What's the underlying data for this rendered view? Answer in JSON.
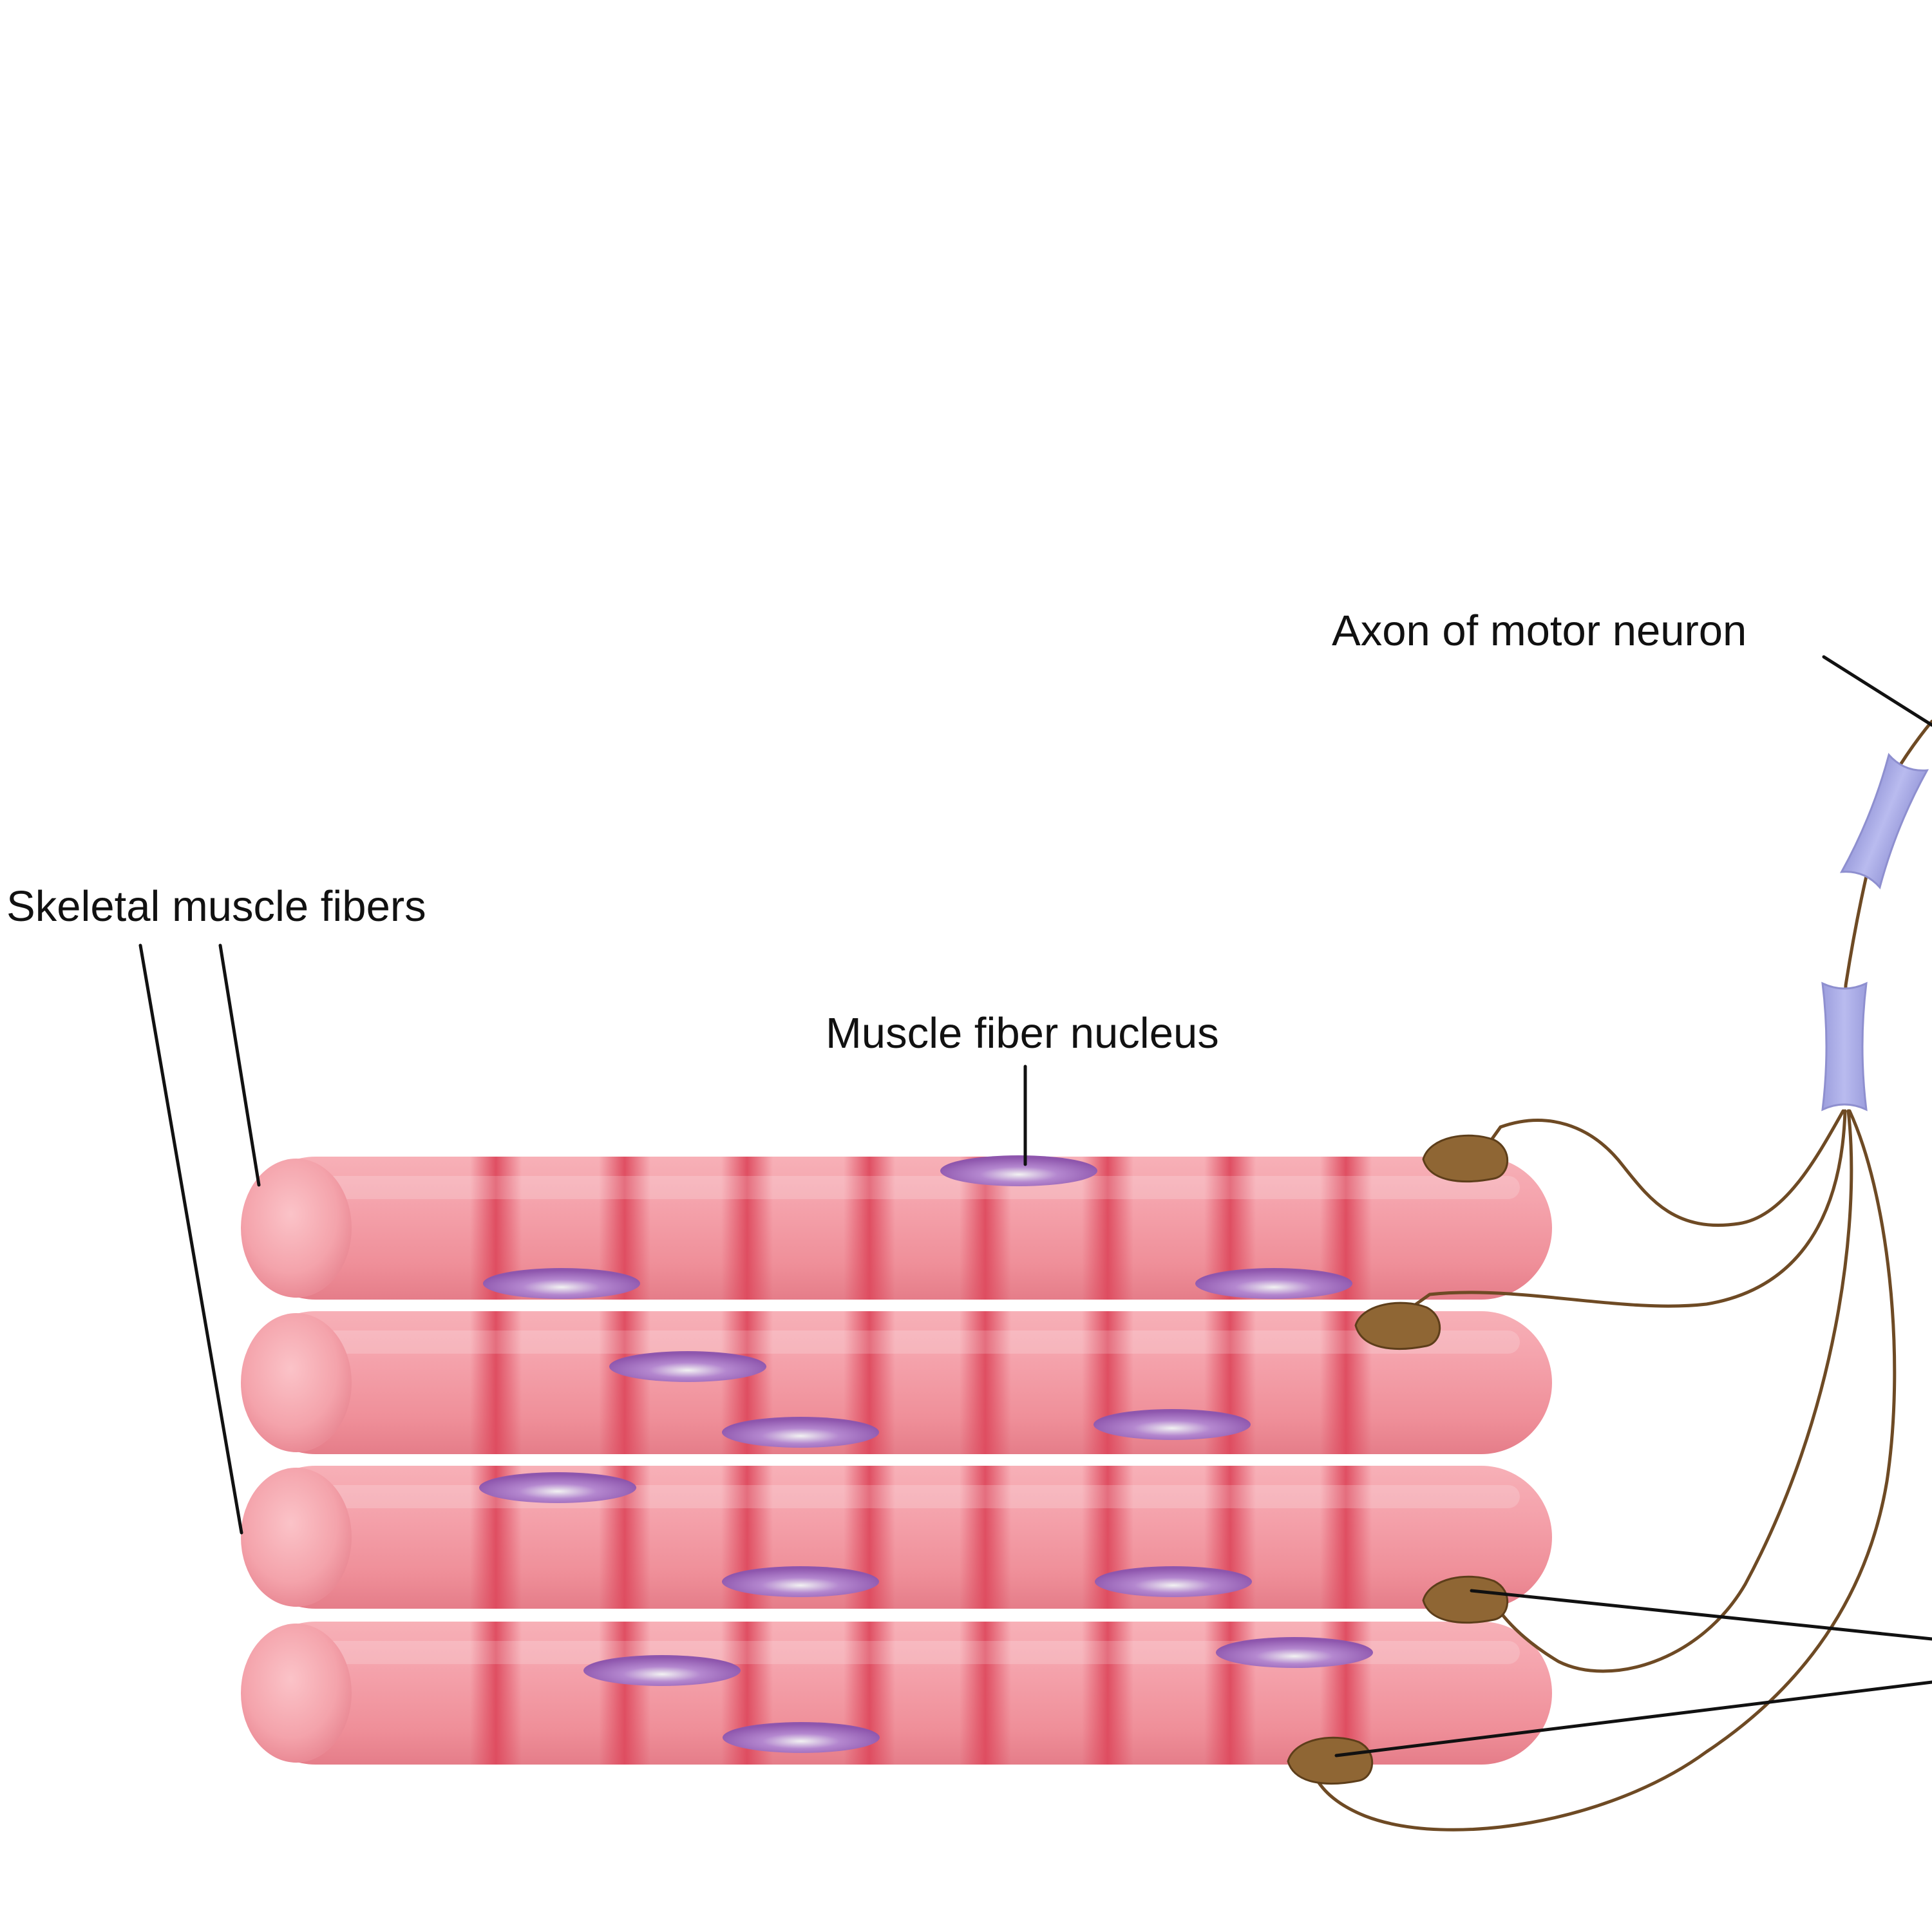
{
  "labels": {
    "skeletal_muscle_fibers": "Skeletal muscle fibers",
    "muscle_fiber_nucleus": "Muscle fiber nucleus",
    "axon_of_motor_neuron": "Axon of motor neuron"
  },
  "colors": {
    "fiber_base": "#f0939c",
    "fiber_band": "#de4a5e",
    "nucleus": "#9a62b8",
    "myelin_sheath": "#a8a9e3",
    "axon": "#6e4a24",
    "axon_terminal": "#8f6634",
    "leader_line": "#111111"
  }
}
